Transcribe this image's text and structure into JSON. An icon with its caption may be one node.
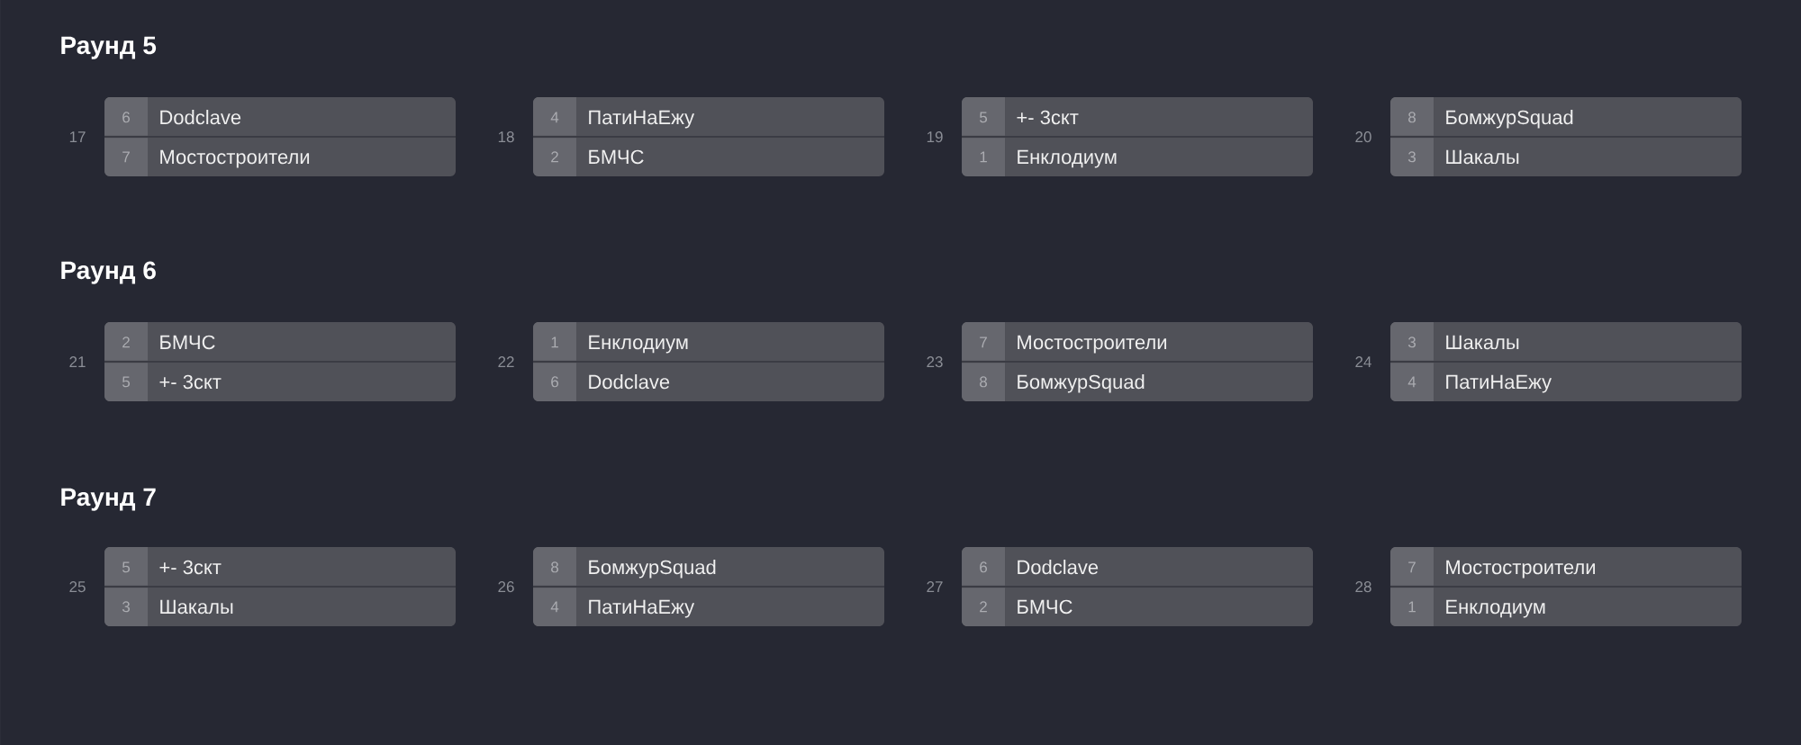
{
  "diagram": {
    "nodes": [
      {
        "text": [],
        "shape": "box",
        "beside": [
          "17"
        ]
      },
      {
        "text": [
          "6",
          "Dodclave"
        ],
        "in": 0
      },
      {
        "text": [
          "7",
          "Мостостроители"
        ],
        "in": 0
      },
      {
        "text": [],
        "shape": "box",
        "beside": [
          "18"
        ]
      },
      {
        "text": [
          "4",
          "ПатиНаЕжу"
        ],
        "in": 3
      },
      {
        "text": [
          "2",
          "БМЧС"
        ],
        "in": 3
      },
      {
        "text": [],
        "shape": "box",
        "beside": [
          "19"
        ]
      },
      {
        "text": [
          "5",
          "+- 3скт"
        ],
        "in": 6
      },
      {
        "text": [
          "1",
          "Енклодиум"
        ],
        "in": 6
      },
      {
        "text": [],
        "shape": "box",
        "beside": [
          "20"
        ]
      },
      {
        "text": [
          "8",
          "БомжурSquad"
        ],
        "in": 9
      },
      {
        "text": [
          "3",
          "Шакалы"
        ],
        "in": 9
      },
      {
        "text": [],
        "shape": "box",
        "beside": [
          "21"
        ]
      },
      {
        "text": [
          "2",
          "БМЧС"
        ],
        "in": 12
      },
      {
        "text": [
          "5",
          "+- 3скт"
        ],
        "in": 12
      },
      {
        "text": [],
        "shape": "box",
        "beside": [
          "22"
        ]
      },
      {
        "text": [
          "1",
          "Енклодиум"
        ],
        "in": 15
      },
      {
        "text": [
          "6",
          "Dodclave"
        ],
        "in": 15
      },
      {
        "text": [],
        "shape": "box",
        "beside": [
          "23"
        ]
      },
      {
        "text": [
          "7",
          "Мостостроители"
        ],
        "in": 18
      },
      {
        "text": [
          "8",
          "БомжурSquad"
        ],
        "in": 18
      },
      {
        "text": [],
        "shape": "box",
        "beside": [
          "24"
        ]
      },
      {
        "text": [
          "3",
          "Шакалы"
        ],
        "in": 21
      },
      {
        "text": [
          "4",
          "ПатиНаЕжу"
        ],
        "in": 21
      },
      {
        "text": [],
        "shape": "box",
        "beside": [
          "25"
        ]
      },
      {
        "text": [
          "5",
          "+- 3скт"
        ],
        "in": 24
      },
      {
        "text": [
          "3",
          "Шакалы"
        ],
        "in": 24
      },
      {
        "text": [],
        "shape": "box",
        "beside": [
          "26"
        ]
      },
      {
        "text": [
          "8",
          "БомжурSquad"
        ],
        "in": 27
      },
      {
        "text": [
          "4",
          "ПатиНаЕжу"
        ],
        "in": 27
      },
      {
        "text": [],
        "shape": "box",
        "beside": [
          "27"
        ]
      },
      {
        "text": [
          "6",
          "Dodclave"
        ],
        "in": 30
      },
      {
        "text": [
          "2",
          "БМЧС"
        ],
        "in": 30
      },
      {
        "text": [],
        "shape": "box",
        "beside": [
          "28"
        ]
      },
      {
        "text": [
          "7",
          "Мостостроители"
        ],
        "in": 33
      },
      {
        "text": [
          "1",
          "Енклодиум"
        ],
        "in": 33
      }
    ],
    "labels": [
      "Раунд 5",
      "Раунд 6",
      "Раунд 7"
    ]
  }
}
